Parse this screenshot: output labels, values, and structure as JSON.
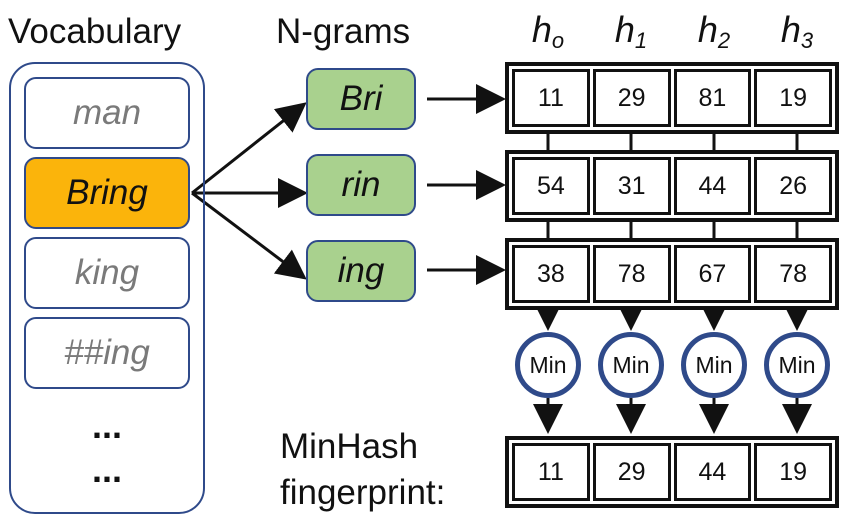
{
  "vocabulary": {
    "title": "Vocabulary",
    "items": [
      "man",
      "Bring",
      "king",
      "##ing"
    ],
    "selected_index": 1,
    "ellipsis": [
      "...",
      "..."
    ]
  },
  "ngrams": {
    "title": "N-grams",
    "items": [
      "Bri",
      "rin",
      "ing"
    ]
  },
  "hash_functions": [
    {
      "base": "h",
      "index": "o"
    },
    {
      "base": "h",
      "index": "1"
    },
    {
      "base": "h",
      "index": "2"
    },
    {
      "base": "h",
      "index": "3"
    }
  ],
  "hash_table": [
    [
      "11",
      "29",
      "81",
      "19"
    ],
    [
      "54",
      "31",
      "44",
      "26"
    ],
    [
      "38",
      "78",
      "67",
      "78"
    ]
  ],
  "min_label": "Min",
  "fingerprint": {
    "label_line1": "MinHash",
    "label_line2": "fingerprint:",
    "values": [
      "11",
      "29",
      "44",
      "19"
    ]
  },
  "colors": {
    "outline_blue": "#2f4a8a",
    "selected_fill": "#fbb40b",
    "ngram_fill": "#a9d18e"
  }
}
